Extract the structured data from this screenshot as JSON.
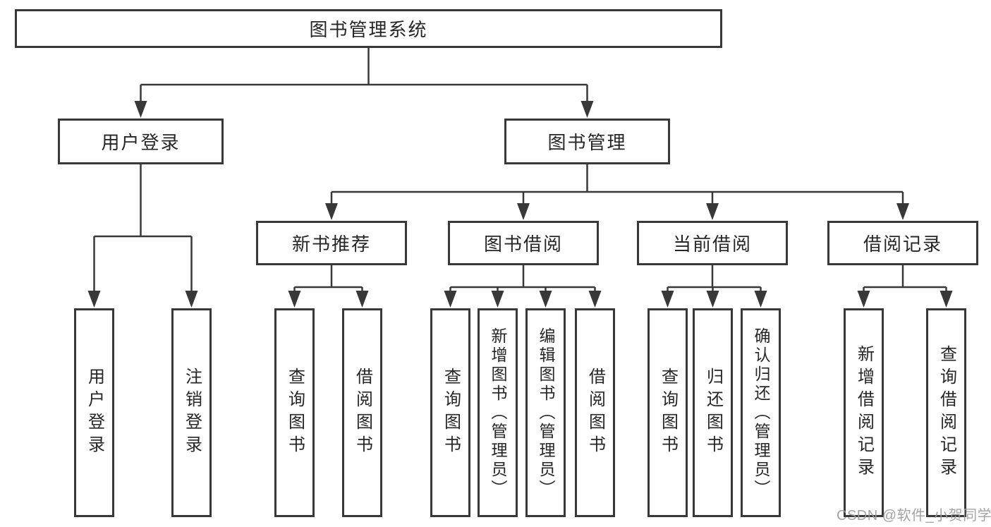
{
  "tree": {
    "root": "图书管理系统",
    "level2": [
      {
        "label": "用户登录",
        "children": [
          "用户登录",
          "注销登录"
        ]
      },
      {
        "label": "图书管理",
        "children": [
          {
            "label": "新书推荐",
            "children": [
              "查询图书",
              "借阅图书"
            ]
          },
          {
            "label": "图书借阅",
            "children": [
              "查询图书",
              "新增图书（管理员）",
              "编辑图书（管理员）",
              "借阅图书"
            ]
          },
          {
            "label": "当前借阅",
            "children": [
              "查询图书",
              "归还图书",
              "确认归还（管理员）"
            ]
          },
          {
            "label": "借阅记录",
            "children": [
              "新增借阅记录",
              "查询借阅记录"
            ]
          }
        ]
      }
    ]
  },
  "watermark": {
    "text": "CSDN @软件_小贺同学"
  },
  "colors": {
    "line": "#383838",
    "box_border": "#383838",
    "text": "#262626",
    "watermark": "#9c9c9c",
    "background": "#ffffff"
  }
}
